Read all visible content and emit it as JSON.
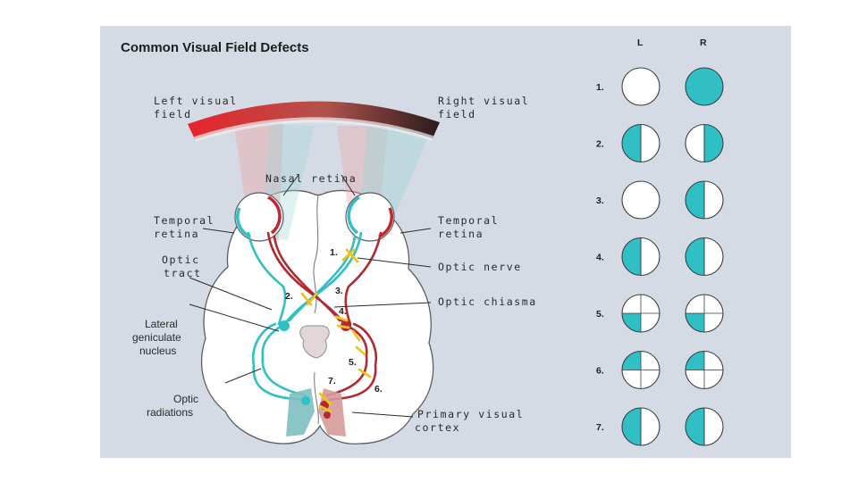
{
  "title": "Common Visual Field Defects",
  "labels": {
    "left_field_1": "Left visual",
    "left_field_2": "field",
    "right_field_1": "Right visual",
    "right_field_2": "field",
    "nasal_retina": "Nasal retina",
    "temporal_left_1": "Temporal",
    "temporal_left_2": "retina",
    "temporal_right_1": "Temporal",
    "temporal_right_2": "retina",
    "optic_tract_1": "Optic",
    "optic_tract_2": "tract",
    "optic_nerve": "Optic nerve",
    "optic_chiasma": "Optic chiasma",
    "lgn_1": "Lateral",
    "lgn_2": "geniculate",
    "lgn_3": "nucleus",
    "radiations_1": "Optic",
    "radiations_2": "radiations",
    "cortex_1": "Primary visual",
    "cortex_2": "cortex"
  },
  "lesion_markers": [
    "1.",
    "2.",
    "3.",
    "4.",
    "5.",
    "6.",
    "7."
  ],
  "defects": {
    "col_left": "L",
    "col_right": "R",
    "fill_color": "#2fbfc4",
    "rows": [
      {
        "num": "1.",
        "left": "none",
        "right": "full"
      },
      {
        "num": "2.",
        "left": "left-half",
        "right": "right-half"
      },
      {
        "num": "3.",
        "left": "none",
        "right": "left-half"
      },
      {
        "num": "4.",
        "left": "left-half",
        "right": "left-half"
      },
      {
        "num": "5.",
        "left": "lower-left-quadrant",
        "right": "lower-left-quadrant"
      },
      {
        "num": "6.",
        "left": "upper-left-quadrant",
        "right": "upper-left-quadrant"
      },
      {
        "num": "7.",
        "left": "left-half",
        "right": "left-half"
      }
    ]
  }
}
